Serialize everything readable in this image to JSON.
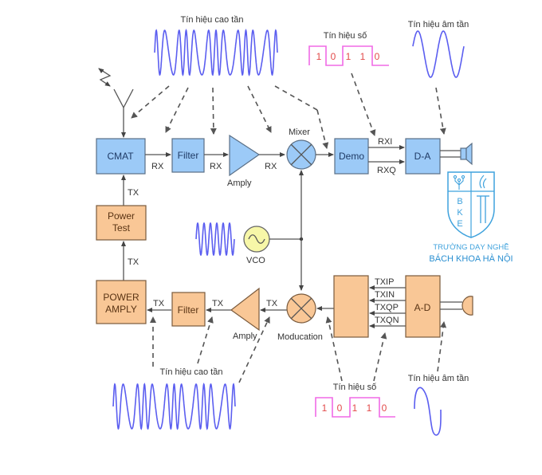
{
  "diagram": {
    "title": "RF transceiver block diagram",
    "signals": {
      "rf_top": "Tín hiệu cao tần",
      "digital_top": "Tín hiệu số",
      "audio_top": "Tín hiệu âm tần",
      "rf_bottom": "Tín hiệu cao tần",
      "digital_bottom": "Tín hiệu số",
      "audio_bottom": "Tín hiệu âm tần"
    },
    "bits_top": [
      "1",
      "0",
      "1",
      "1",
      "0"
    ],
    "bits_bottom": [
      "1",
      "0",
      "1",
      "1",
      "0"
    ],
    "blocks": {
      "cmat": "CMAT",
      "filter_rx": "Filter",
      "amply_rx": "Amply",
      "mixer": "Mixer",
      "demo": "Demo",
      "da": "D-A",
      "power_test_1": "Power",
      "power_test_2": "Test",
      "vco": "VCO",
      "power_amply_1": "POWER",
      "power_amply_2": "AMPLY",
      "filter_tx": "Filter",
      "amply_tx": "Amply",
      "modulation": "Moducation",
      "ad": "A-D"
    },
    "wire_labels": {
      "rx1": "RX",
      "rx2": "RX",
      "rx3": "RX",
      "rxi": "RXI",
      "rxq": "RXQ",
      "tx_up1": "TX",
      "tx_up2": "TX",
      "tx1": "TX",
      "tx2": "TX",
      "tx3": "TX",
      "txip": "TXIP",
      "txin": "TXIN",
      "txqp": "TXQP",
      "txqn": "TXQN"
    },
    "colors": {
      "rx_block": "#9ccaf7",
      "tx_block": "#f9c796",
      "vco": "#f7f7a8",
      "wave": "#5b5ef0",
      "digital": "#f06ae6",
      "bits": "#e24a4a",
      "logo": "#3fa2dd"
    }
  },
  "logo": {
    "letters": [
      "B",
      "K",
      "E"
    ],
    "line1": "TRƯỜNG DẠY NGHỀ",
    "line2": "BÁCH KHOA HÀ NỘI"
  }
}
